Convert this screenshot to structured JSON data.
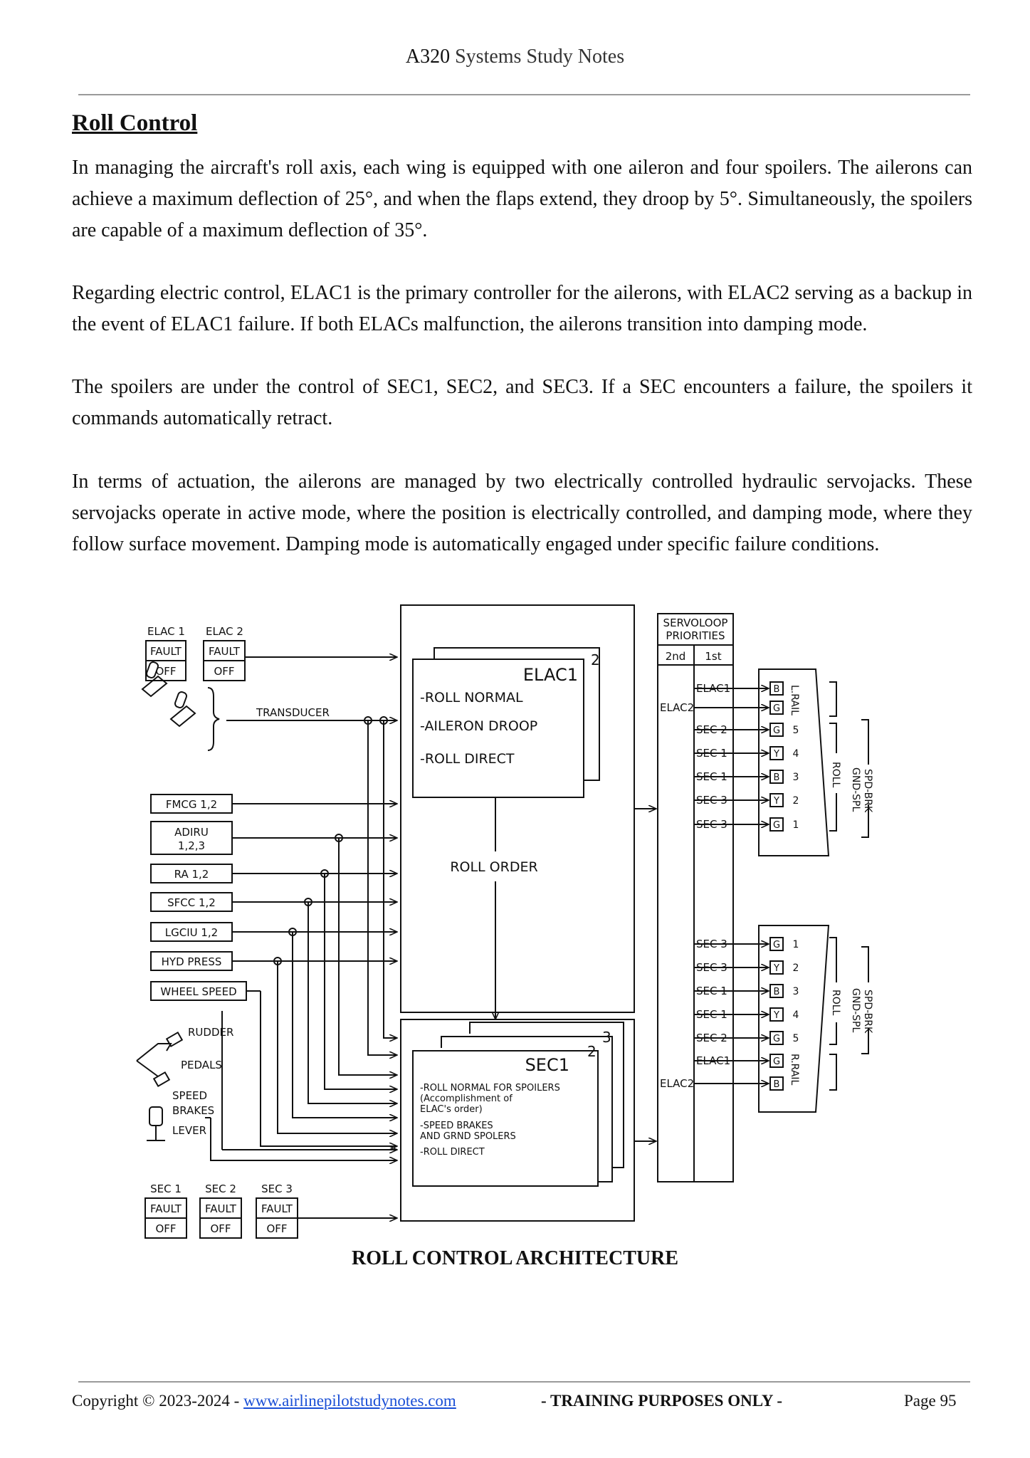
{
  "header": {
    "title_strong": "A320",
    "title_rest": " Systems Study Notes"
  },
  "section": {
    "title": "Roll Control"
  },
  "paragraphs": [
    "In managing the aircraft's roll axis, each wing is equipped with one aileron and four spoilers. The ailerons can achieve a maximum deflection of 25°, and when the flaps extend, they droop by 5°. Simultaneously, the spoilers are capable of a maximum deflection of 35°.",
    "Regarding electric control, ELAC1 is the primary controller for the ailerons, with ELAC2 serving as a backup in the event of ELAC1 failure. If both ELACs malfunction, the ailerons transition into damping mode.",
    "The spoilers are under the control of SEC1, SEC2, and SEC3. If a SEC encounters a failure, the spoilers it commands automatically retract.",
    "In terms of actuation, the ailerons are managed by two electrically controlled hydraulic servojacks. These servojacks operate in active mode, where the position is electrically controlled, and damping mode, where they follow surface movement. Damping mode is automatically engaged under specific failure conditions."
  ],
  "diagram": {
    "elac_panels": [
      {
        "name": "ELAC 1",
        "fault": "FAULT",
        "off": "OFF"
      },
      {
        "name": "ELAC 2",
        "fault": "FAULT",
        "off": "OFF"
      }
    ],
    "transducer": "TRANSDUCER",
    "inputs": [
      "FMCG 1,2",
      "ADIRU",
      "1,2,3",
      "RA 1,2",
      "SFCC 1,2",
      "LGCIU 1,2",
      "HYD PRESS",
      "WHEEL SPEED"
    ],
    "rudder": "RUDDER",
    "pedals": "PEDALS",
    "speed_brakes": [
      "SPEED",
      "BRAKES",
      "LEVER"
    ],
    "sec_panels": [
      {
        "name": "SEC 1",
        "fault": "FAULT",
        "off": "OFF"
      },
      {
        "name": "SEC 2",
        "fault": "FAULT",
        "off": "OFF"
      },
      {
        "name": "SEC 3",
        "fault": "FAULT",
        "off": "OFF"
      }
    ],
    "elac_box": {
      "title": "ELAC1",
      "index": "2",
      "lines": [
        "-ROLL NORMAL",
        "-AILERON DROOP",
        "-ROLL DIRECT"
      ]
    },
    "roll_order": "ROLL ORDER",
    "sec_box": {
      "title": "SEC1",
      "index2": "2",
      "index3": "3",
      "lines": [
        "-ROLL NORMAL FOR SPOILERS",
        " (Accomplishment of",
        " ELAC's order)",
        "-SPEED BRAKES",
        "AND GRND SPOLERS",
        "-ROLL DIRECT"
      ]
    },
    "servoloop": {
      "title": [
        "SERVOLOOP",
        "PRIORITIES"
      ],
      "col2": "2nd",
      "col1": "1st"
    },
    "left_rows": [
      {
        "src": "ELAC1",
        "hyd": "B"
      },
      {
        "src": "ELAC2",
        "hyd": "G"
      },
      {
        "src": "SEC 2",
        "hyd": "G",
        "num": "5"
      },
      {
        "src": "SEC 1",
        "hyd": "Y",
        "num": "4"
      },
      {
        "src": "SEC 1",
        "hyd": "B",
        "num": "3"
      },
      {
        "src": "SEC 3",
        "hyd": "Y",
        "num": "2"
      },
      {
        "src": "SEC 3",
        "hyd": "G",
        "num": "1"
      }
    ],
    "right_rows": [
      {
        "src": "SEC 3",
        "hyd": "G",
        "num": "1"
      },
      {
        "src": "SEC 3",
        "hyd": "Y",
        "num": "2"
      },
      {
        "src": "SEC 1",
        "hyd": "B",
        "num": "3"
      },
      {
        "src": "SEC 1",
        "hyd": "Y",
        "num": "4"
      },
      {
        "src": "SEC 2",
        "hyd": "G",
        "num": "5"
      },
      {
        "src": "ELAC1",
        "hyd": "G"
      },
      {
        "src": "ELAC2",
        "hyd": "B"
      }
    ],
    "l_rail": "L.RAIL",
    "r_rail": "R.RAIL",
    "roll": "ROLL",
    "spd_brk": "SPD-BRK",
    "gnd_spl": "GND-SPL"
  },
  "caption": "ROLL CONTROL ARCHITECTURE",
  "footer": {
    "copyright": "Copyright © 2023-2024 - ",
    "link": "www.airlinepilotstudynotes.com",
    "center": "- TRAINING PURPOSES ONLY -",
    "page": "Page 95"
  }
}
